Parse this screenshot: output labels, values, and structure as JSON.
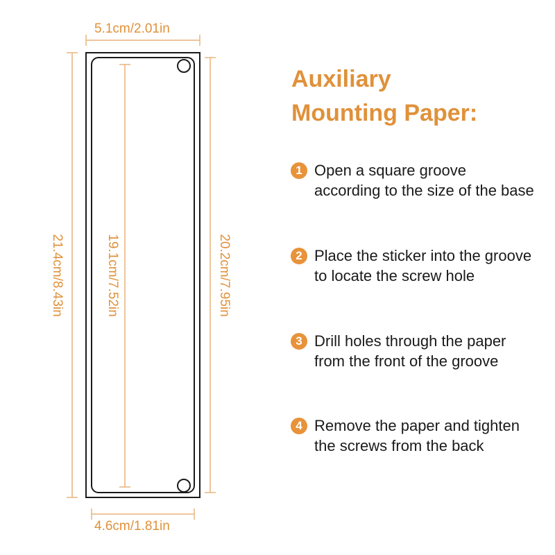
{
  "dimensions": {
    "top_width": "5.1cm/2.01in",
    "bottom_width": "4.6cm/1.81in",
    "outer_height": "21.4cm/8.43in",
    "inner_height": "19.1cm/7.52in",
    "right_height": "20.2cm/7.95in"
  },
  "title": {
    "line1": "Auxiliary",
    "line2": "Mounting Paper:"
  },
  "steps": [
    {
      "num": "1",
      "text": "Open a square groove according to the size of the base"
    },
    {
      "num": "2",
      "text": "Place the sticker into the groove to locate the screw hole"
    },
    {
      "num": "3",
      "text": "Drill holes through the paper from the front of the groove"
    },
    {
      "num": "4",
      "text": "Remove the paper and tighten the screws from the back"
    }
  ],
  "colors": {
    "accent": "#e0913a",
    "dimension_line": "#e8b47a",
    "outline": "#1a1a1a"
  }
}
